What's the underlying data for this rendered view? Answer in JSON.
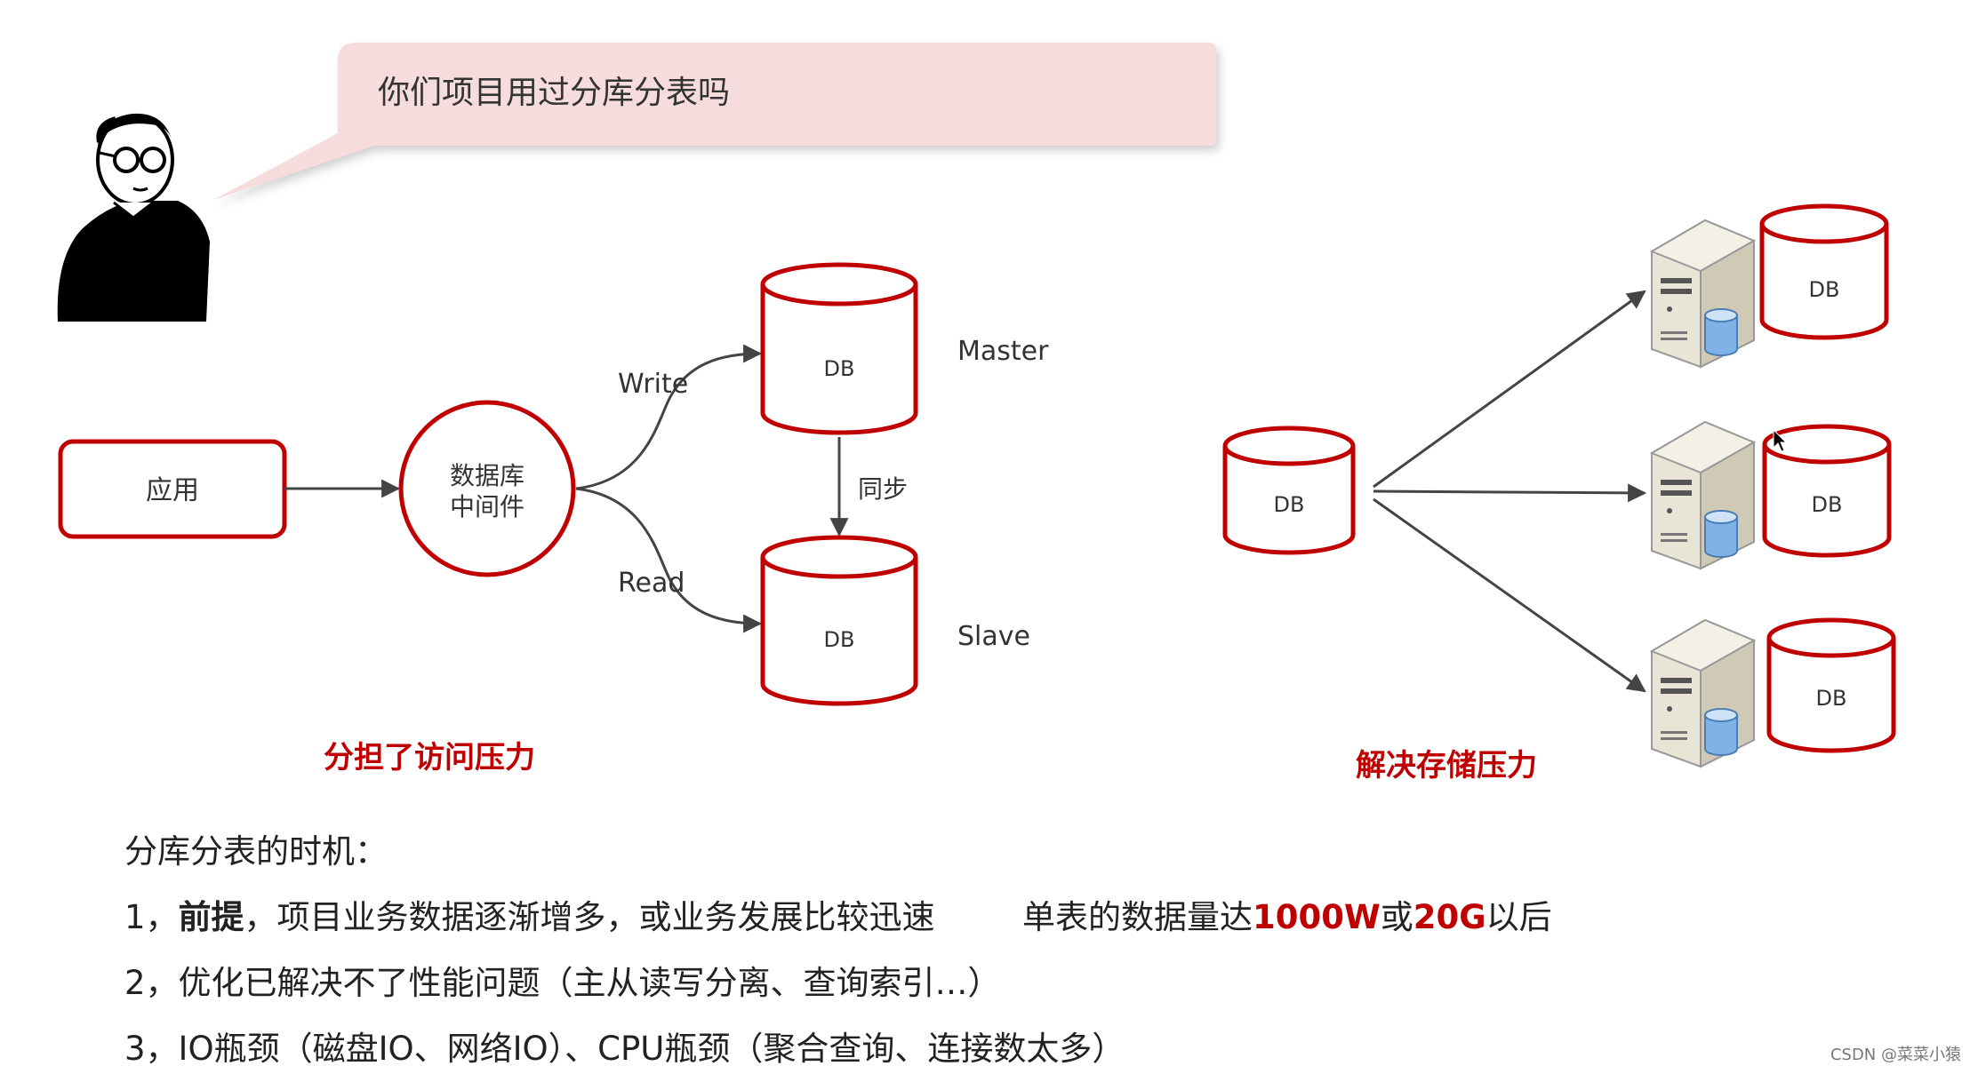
{
  "bubble": {
    "text": "你们项目用过分库分表吗"
  },
  "left_diagram": {
    "app_label": "应用",
    "middleware_line1": "数据库",
    "middleware_line2": "中间件",
    "write_label": "Write",
    "read_label": "Read",
    "master_db_label": "DB",
    "slave_db_label": "DB",
    "master_label": "Master",
    "slave_label": "Slave",
    "sync_label": "同步",
    "caption": "分担了访问压力"
  },
  "right_diagram": {
    "source_db_label": "DB",
    "target_db_labels": [
      "DB",
      "DB",
      "DB"
    ],
    "caption": "解决存储压力"
  },
  "notes": {
    "heading": "分库分表的时机：",
    "item1_prefix": "1，",
    "item1_bold": "前提",
    "item1_text": "，项目业务数据逐渐增多，或业务发展比较迅速",
    "item1_right_a": "单表的数据量达",
    "item1_right_red1": "1000W",
    "item1_right_b": "或",
    "item1_right_red2": "20G",
    "item1_right_c": "以后",
    "item2": "2，优化已解决不了性能问题（主从读写分离、查询索引…）",
    "item3": "3，IO瓶颈（磁盘IO、网络IO）、CPU瓶颈（聚合查询、连接数太多）"
  },
  "watermark": "CSDN @菜菜小猿",
  "colors": {
    "accent": "#c00000",
    "bubble": "#f6dcdd",
    "arrow": "#444444"
  }
}
